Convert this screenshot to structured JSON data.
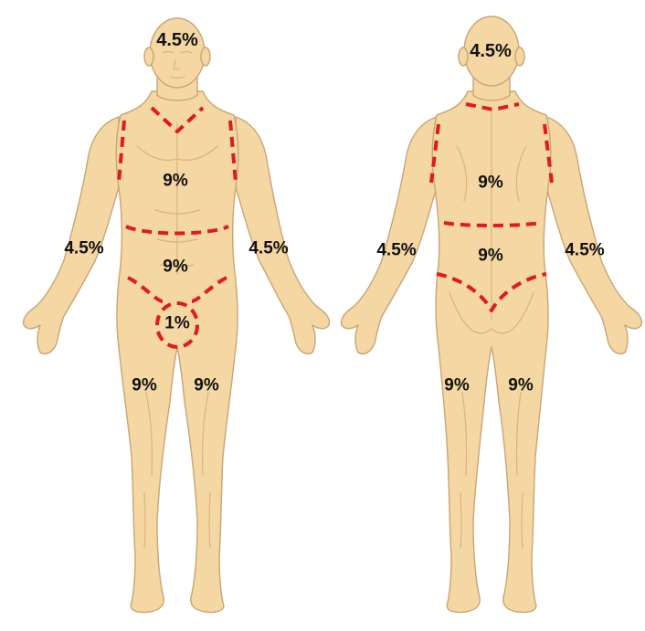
{
  "front": {
    "head": "4.5%",
    "chest": "9%",
    "abdomen": "9%",
    "genitals": "1%",
    "arm_left": "4.5%",
    "arm_right": "4.5%",
    "leg_left": "9%",
    "leg_right": "9%"
  },
  "back": {
    "head": "4.5%",
    "upper_back": "9%",
    "lower_back": "9%",
    "arm_left": "4.5%",
    "arm_right": "4.5%",
    "leg_left": "9%",
    "leg_right": "9%"
  },
  "colors": {
    "skin": "#f4d7a2",
    "outline": "#c9a574",
    "dashed_boundary": "#e01b1b",
    "label": "#111111"
  }
}
